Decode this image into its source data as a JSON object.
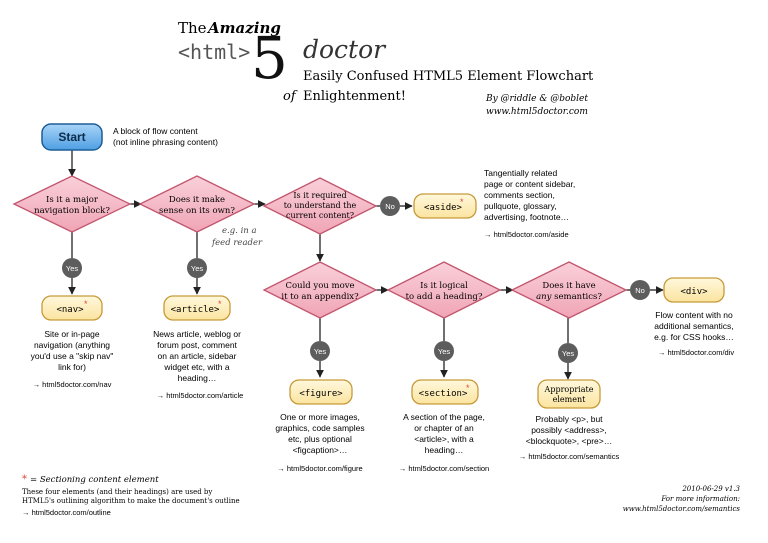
{
  "header": {
    "the": "The",
    "amazing": "Amazing",
    "logo_html": "<html>",
    "logo_five": "5",
    "logo_doctor": "doctor",
    "subtitle_line1": "Easily Confused HTML5 Element Flowchart",
    "subtitle_of": "of",
    "subtitle_line2": "Enlightenment!",
    "byline": "By @riddle & @boblet",
    "site": "www.html5doctor.com"
  },
  "start": {
    "label": "Start",
    "note_line1": "A block of flow content",
    "note_line2": "(not inline phrasing content)"
  },
  "decisions": {
    "nav": [
      "Is it a major",
      "navigation block?"
    ],
    "sense": [
      "Does it make",
      "sense on its own?"
    ],
    "required": [
      "Is it required",
      "to understand the",
      "current content?"
    ],
    "appendix": [
      "Could you move",
      "it to an appendix?"
    ],
    "heading": [
      "Is it logical",
      "to add a heading?"
    ],
    "semantics_pre": "Does it have",
    "semantics_any": "any",
    "semantics_post": "semantics?"
  },
  "feed_note": [
    "e.g. in a",
    "feed reader"
  ],
  "answers": {
    "yes": "Yes",
    "no": "No"
  },
  "elements": {
    "nav": "<nav>",
    "article": "<article>",
    "aside": "<aside>",
    "figure": "<figure>",
    "section": "<section>",
    "appropriate": [
      "Appropriate",
      "element"
    ],
    "div": "<div>",
    "star": "*"
  },
  "descriptions": {
    "nav": [
      "Site or in-page",
      "navigation (anything",
      "you'd use a \"skip nav\"",
      "link for)"
    ],
    "article": [
      "News article, weblog or",
      "forum post, comment",
      "on an article, sidebar",
      "widget etc, with a",
      "heading…"
    ],
    "aside": [
      "Tangentially related",
      "page or content sidebar,",
      "comments section,",
      "pullquote, glossary,",
      "advertising, footnote…"
    ],
    "figure": [
      "One or more images,",
      "graphics, code samples",
      "etc, plus optional",
      "<figcaption>…"
    ],
    "section": [
      "A section of the page,",
      "or chapter of an",
      "<article>, with a",
      "heading…"
    ],
    "semantics": [
      "Probably <p>, but",
      "possibly <address>,",
      "<blockquote>, <pre>…"
    ],
    "div": [
      "Flow content with no",
      "additional semantics,",
      "e.g. for CSS hooks…"
    ]
  },
  "links": {
    "nav": "→ html5doctor.com/nav",
    "article": "→ html5doctor.com/article",
    "aside": "→ html5doctor.com/aside",
    "figure": "→ html5doctor.com/figure",
    "section": "→ html5doctor.com/section",
    "semantics": "→ html5doctor.com/semantics",
    "div": "→ html5doctor.com/div"
  },
  "footer": {
    "star": "*",
    "sectioning": "= Sectioning content element",
    "outline_line1": "These four elements (and their headings) are used by",
    "outline_line2": "HTML5's outlining algorithm to make the document's outline",
    "outline_link": "→ html5doctor.com/outline",
    "version": "2010-06-29 v1.3",
    "more_info": "For more information:",
    "more_link": "www.html5doctor.com/semantics"
  },
  "colors": {
    "diamond_fill": "#f4b9c5",
    "diamond_stroke": "#c2556e",
    "element_fill": "#fdf0bf",
    "element_stroke": "#c79a3a",
    "start_fill": "#6fb3ec",
    "start_stroke": "#1d5e97",
    "answer_fill": "#5d5d5d",
    "star": "#e0463a"
  }
}
